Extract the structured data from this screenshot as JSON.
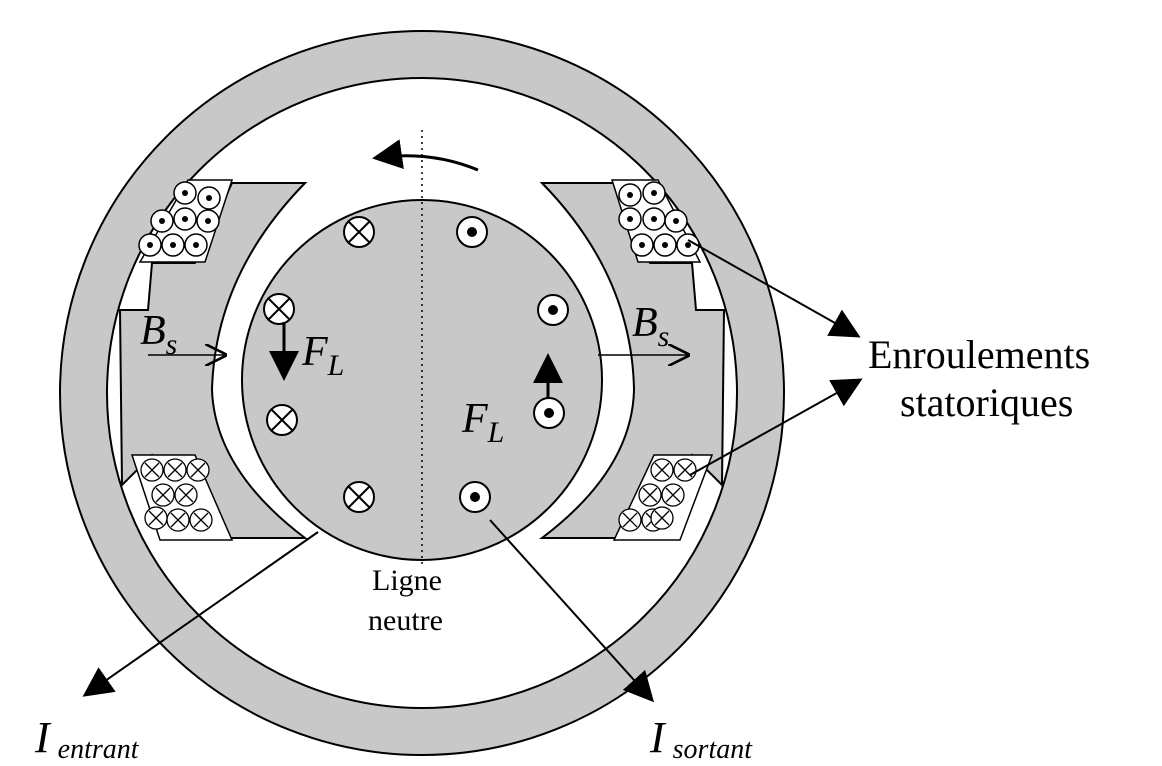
{
  "labels": {
    "field_symbol": "B",
    "field_subscript": "s",
    "force_symbol": "F",
    "force_subscript": "L",
    "current_symbol": "I",
    "current_in_subscript": "entrant",
    "current_out_subscript": "sortant",
    "windings_line1": "Enroulements",
    "windings_line2": "statoriques",
    "neutral_line1": "Ligne",
    "neutral_line2": "neutre"
  },
  "colors": {
    "iron": "#c8c8c8",
    "stroke": "#000000",
    "background": "#ffffff"
  },
  "conductors": {
    "rotor_left": "current-in-cross",
    "rotor_right": "current-out-dot"
  }
}
